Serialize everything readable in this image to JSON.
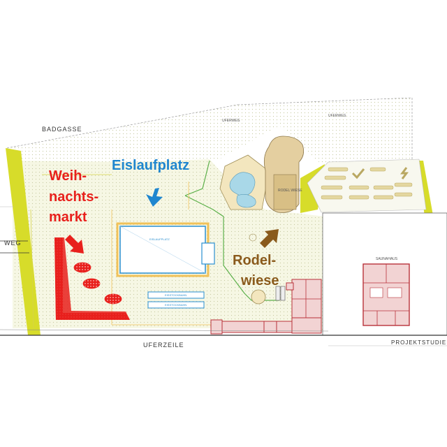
{
  "streets": {
    "badgasse": "BADGASSE",
    "uferzeile": "UFERZEILE",
    "weg": "WEG",
    "projektstudie": "PROJEKTSTUDIE",
    "uferweg_top_1": "UFERWEG",
    "uferweg_top_2": "UFERWEG"
  },
  "areas": {
    "weihnachtsmarkt_1": "Weih-",
    "weihnachtsmarkt_2": "nachts-",
    "weihnachtsmarkt_3": "markt",
    "eislaufplatz": "Eislaufplatz",
    "rodelwiese_1": "Rodel-",
    "rodelwiese_2": "wiese"
  },
  "small_labels": {
    "eislaufplatz_inner": "EISLAUFPLATZ",
    "eisstock_1": "EISSTOCKBAHN",
    "eisstock_2": "EISSTOCKBAHN",
    "rodel_bldg": "RODEL WIESE",
    "saunahaus": "SAUNAHAUS"
  },
  "colors": {
    "market_red": "#e8201c",
    "rink_blue": "#1f86cf",
    "rodel_brown": "#8a5a1c",
    "grass_yellow": "#d7dc2a",
    "dotted_field": "#eef0c8"
  },
  "icons": [
    "arrow-down-right-icon",
    "arrow-down-left-icon",
    "arrow-up-right-icon"
  ]
}
